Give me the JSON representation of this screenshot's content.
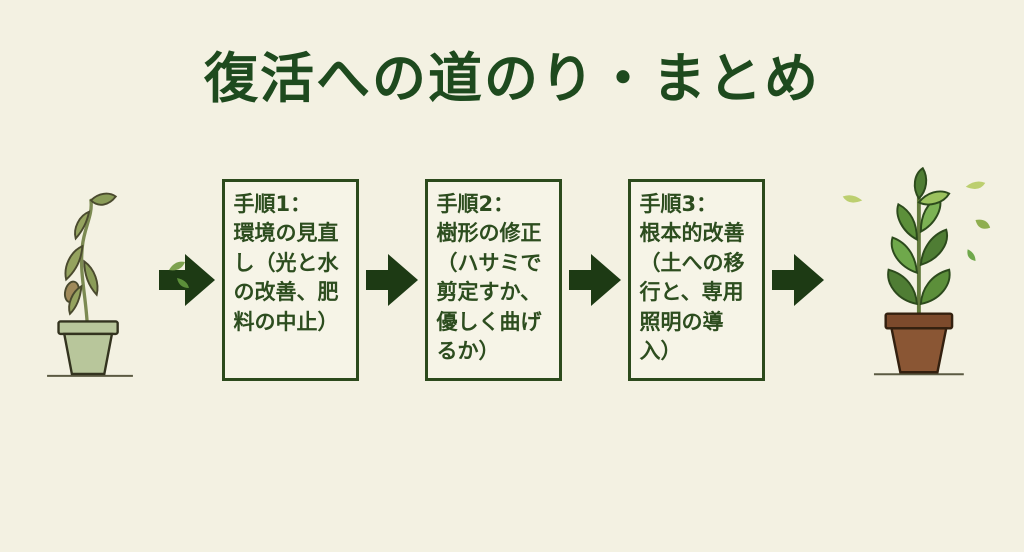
{
  "title": "復活への道のり・まとめ",
  "colors": {
    "background": "#f3f1e2",
    "title_green": "#1e4a1e",
    "arrow_green": "#1d3a14",
    "box_border_green": "#2c4a1c",
    "box_text_green": "#2d4d1f",
    "wilted_pot": "#b8c69b",
    "healthy_pot": "#8a5634"
  },
  "steps": [
    {
      "heading": "手順1：",
      "body": "環境の見直し（光と水の改善、肥料の中止）"
    },
    {
      "heading": "手順2：",
      "body": "樹形の修正（ハサミで剪定すか、優しく曲げるか）"
    },
    {
      "heading": "手順3：",
      "body": "根本的改善（土への移行と、専用照明の導入）"
    }
  ],
  "illustrations": {
    "left": "wilted-plant",
    "right": "healthy-plant"
  }
}
